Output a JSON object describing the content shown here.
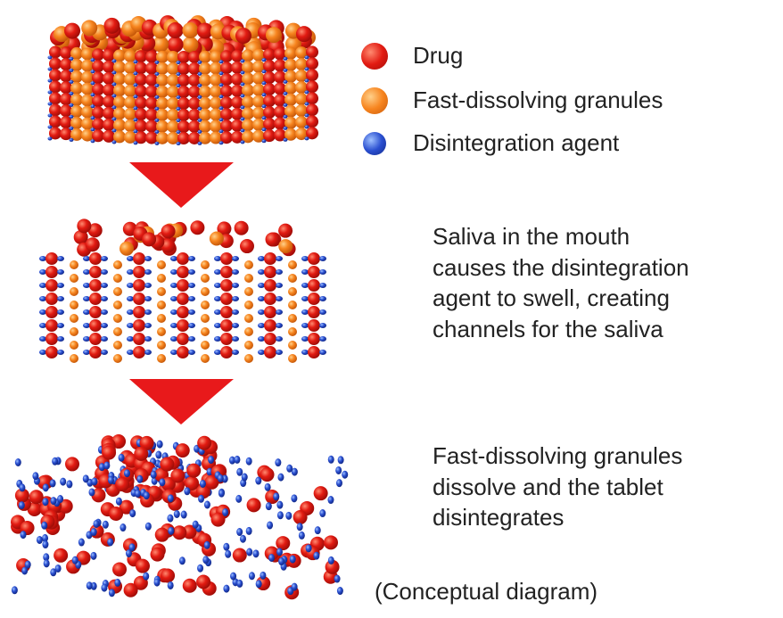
{
  "colors": {
    "drug": "#e21b12",
    "granule": "#f7851f",
    "agent": "#2a4fd0",
    "arrow": "#e8191b"
  },
  "legend": [
    {
      "key": "drug",
      "label": "Drug",
      "icon": "red-sphere-icon"
    },
    {
      "key": "granule",
      "label": "Fast-dissolving granules",
      "icon": "orange-sphere-icon"
    },
    {
      "key": "agent",
      "label": "Disintegration agent",
      "icon": "blue-sphere-icon"
    }
  ],
  "steps": [
    {
      "stage": "intact-tablet",
      "lines": []
    },
    {
      "stage": "swelling-tablet",
      "lines": [
        "Saliva in the mouth",
        "causes the disintegration",
        "agent to swell, creating",
        "channels for the saliva"
      ]
    },
    {
      "stage": "disintegrated-tablet",
      "lines": [
        "Fast-dissolving granules",
        "dissolve and the tablet",
        "disintegrates"
      ]
    }
  ],
  "note": "(Conceptual diagram)"
}
